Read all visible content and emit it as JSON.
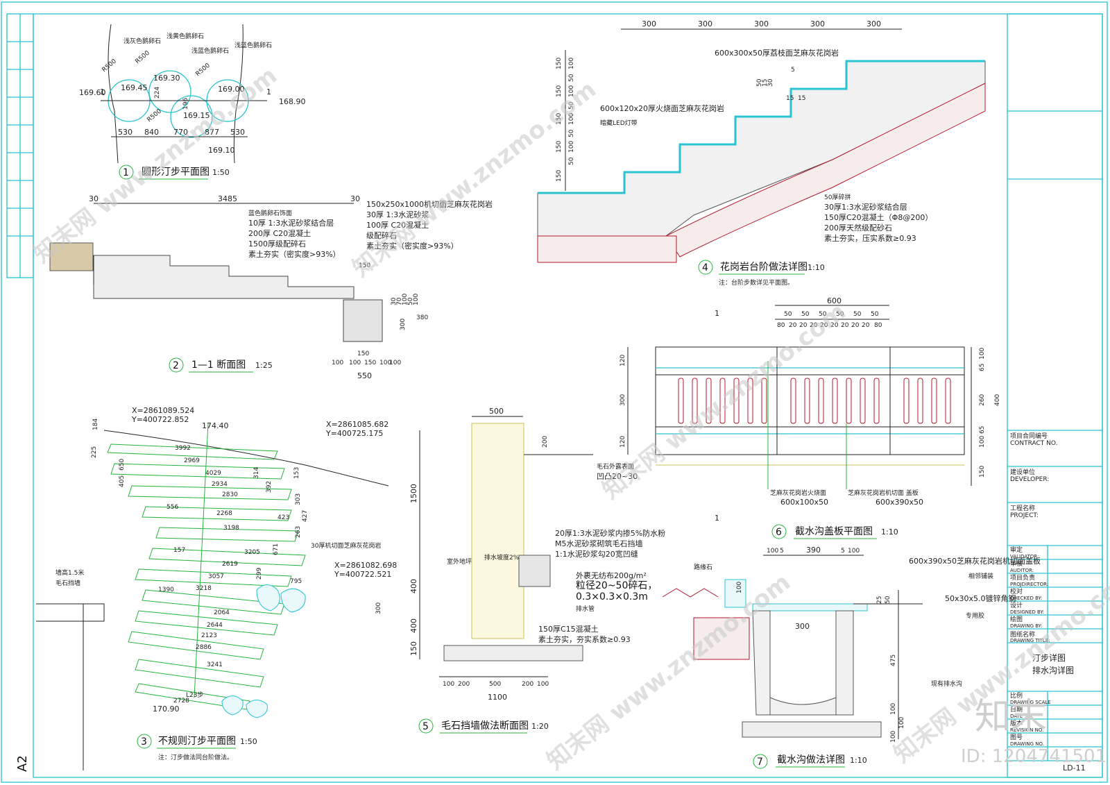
{
  "sheet": {
    "size_label": "A2",
    "drawing_number": "LD-11",
    "image_id": "ID: 1204741501",
    "logo_text": "知末",
    "watermark": "知末网 www.znzmo.com"
  },
  "title_block": {
    "contract_no": {
      "cn": "项目合同编号",
      "en": "CONTRACT NO."
    },
    "developer": {
      "cn": "建设单位",
      "en": "DEVELOPER:"
    },
    "project": {
      "cn": "工程名称",
      "en": "PROJECT:"
    },
    "validator": {
      "cn": "审定",
      "en": "VALIDATOR:"
    },
    "auditor": {
      "cn": "审核",
      "en": "AUDITOR:"
    },
    "projdirector": {
      "cn": "项目负责",
      "en": "PROJDIRECTOR:"
    },
    "checked": {
      "cn": "校对",
      "en": "CHECKED BY:"
    },
    "designed": {
      "cn": "设计",
      "en": "DESIGNED BY:"
    },
    "drawing": {
      "cn": "绘图",
      "en": "DRAWING BY:"
    },
    "drawing_title_label": {
      "cn": "图纸名称",
      "en": "DRAWING TITLE:"
    },
    "drawing_title_1": "汀步详图",
    "drawing_title_2": "排水沟详图",
    "scale": {
      "cn": "比例",
      "en": "DRAWING SCALE"
    },
    "date": {
      "cn": "日期",
      "en": "DATE"
    },
    "revision": {
      "cn": "版本",
      "en": "REVISION NO."
    },
    "drawing_no": {
      "cn": "图号",
      "en": "DRAWING NO."
    }
  },
  "drawings": [
    {
      "num": "1",
      "title": "圆形汀步平面图",
      "scale": "1:50"
    },
    {
      "num": "2",
      "title": "1—1 断面图",
      "scale": "1:25"
    },
    {
      "num": "3",
      "title": "不规则汀步平面图",
      "scale": "1:50",
      "note": "注：汀步做法同台阶做法。"
    },
    {
      "num": "4",
      "title": "花岗岩台阶做法详图",
      "scale": "1:10",
      "note": "注：台阶步数详见平面图。"
    },
    {
      "num": "5",
      "title": "毛石挡墙做法断面图",
      "scale": "1:20"
    },
    {
      "num": "6",
      "title": "截水沟盖板平面图",
      "scale": "1:10"
    },
    {
      "num": "7",
      "title": "截水沟做法详图",
      "scale": "1:10"
    }
  ],
  "d1": {
    "labels": [
      "浅灰色鹅卵石",
      "浅黄色鹅卵石",
      "浅蓝色鹅卵石",
      "浅蓝色鹅卵石"
    ],
    "elevations": [
      "169.60",
      "169.45",
      "169.30",
      "169.15",
      "169.00",
      "168.90",
      "169.10"
    ],
    "radii": [
      "R500",
      "R500",
      "R500",
      "R500"
    ],
    "dims_bottom": [
      "530",
      "840",
      "770",
      "877",
      "530"
    ],
    "dims_inner": [
      "224",
      "196"
    ],
    "section_marks": [
      "1",
      "1"
    ]
  },
  "d2": {
    "dims_top": [
      "30",
      "3485",
      "30"
    ],
    "layers_left": [
      "蓝色鹅卵石饰面",
      "10厚 1:3水泥砂浆结合层",
      "200厚 C20混凝土",
      "1500厚级配碎石",
      "素土夯实（密实度>93%）"
    ],
    "layers_right": [
      "150x250x1000机切面芝麻灰花岗岩",
      "30厚 1:3水泥砂浆",
      "100厚 C20混凝土",
      "级配碎石",
      "素土夯实（密实度>93%）"
    ],
    "dims_small": [
      "150",
      "30",
      "70",
      "100",
      "50",
      "100",
      "380",
      "300",
      "150"
    ],
    "dims_bottom": [
      "100",
      "100",
      "150",
      "100",
      "100",
      "550"
    ]
  },
  "d3": {
    "coords": [
      "X=2861089.524",
      "Y=400722.852",
      "X=2861085.682",
      "Y=400725.175",
      "X=2861082.698",
      "Y=400722.521"
    ],
    "elev_top": "174.40",
    "elev_bottom": "170.90",
    "label_stone": "30厚机切面芝麻灰花岗岩",
    "label_wall_1": "墙高1.5米",
    "label_wall_2": "毛石挡墙",
    "steps_label": "L23步",
    "dims": [
      "184",
      "225",
      "3992",
      "2969",
      "650",
      "405",
      "4029",
      "2934",
      "2830",
      "556",
      "2268",
      "3198",
      "157",
      "3205",
      "2619",
      "3057",
      "3218",
      "1390",
      "2064",
      "2644",
      "2123",
      "2886",
      "3241",
      "2728",
      "153",
      "314",
      "392",
      "303",
      "427",
      "423",
      "263",
      "671",
      "299",
      "795",
      "300"
    ]
  },
  "d4": {
    "dims_top": [
      "300",
      "300",
      "300",
      "300",
      "300"
    ],
    "dims_left": [
      "150",
      "100",
      "50",
      "150",
      "100",
      "50",
      "150",
      "100",
      "50",
      "150",
      "100",
      "50",
      "150"
    ],
    "label_top": "600x300x50厚荔枝面芝麻灰花岗岩",
    "label_side": "600x120x20厚火烧面芝麻灰花岗岩",
    "label_led": "暗藏LED灯带",
    "small_dims": [
      "5",
      "50",
      "15",
      "30",
      "15",
      "15"
    ],
    "layers": [
      "50厚碎拼",
      "30厚1:3水泥砂浆结合层",
      "150厚C20混凝土（Φ8@200）",
      "200厚天然级配砂石",
      "素土夯实，压实系数≥0.93"
    ]
  },
  "d5": {
    "dims_top": "500",
    "dims_top_right": "200",
    "dims_left": [
      "1500",
      "400",
      "400",
      "150"
    ],
    "dims_bottom": [
      "100",
      "200",
      "500",
      "200",
      "100",
      "1100"
    ],
    "labels": [
      "毛石外露表面",
      "凹凸20~30",
      "20厚1:3水泥砂浆内掺5%防水粉",
      "M5水泥砂浆砌筑毛石挡墙",
      "1:1水泥砂浆勾20宽凹缝",
      "外裹无纺布200g/m²",
      "粒径20~50碎石，",
      "0.3×0.3×0.3m",
      "排水管",
      "150厚C15混凝土",
      "素土夯实，夯实系数≥0.93"
    ],
    "label_outdoor": "室外地坪",
    "label_slope": "排水坡度2%"
  },
  "d6": {
    "dims_top_total": "600",
    "dims_top_a": [
      "50",
      "50",
      "50",
      "50",
      "50",
      "50"
    ],
    "dims_top_b": [
      "80",
      "20",
      "20",
      "20",
      "20",
      "20",
      "20",
      "20",
      "20",
      "80"
    ],
    "dims_left": [
      "120",
      "300",
      "120"
    ],
    "dims_right_a": [
      "100",
      "65",
      "260",
      "65",
      "100",
      "150"
    ],
    "dims_right_total": "400",
    "section_marks": [
      "1",
      "1"
    ],
    "label_a": "芝麻灰花岗岩火烧面",
    "label_a_size": "600x100x50",
    "label_b": "芝麻灰花岗岩机切面 盖板",
    "label_b_size": "600x390x50"
  },
  "d7": {
    "dims_top": [
      "100",
      "5",
      "390",
      "5",
      "100"
    ],
    "label_curb": "路缘石",
    "label_cover": "600x390x50芝麻灰花岗岩机切面盖板",
    "label_lining": "相邻铺装",
    "label_angle": "50x30x5.0镀锌角钢",
    "label_filler": "专用胶",
    "label_soil": "现有排水沟",
    "dims_inner": [
      "300",
      "100",
      "25",
      "50"
    ],
    "dims_right": [
      "475",
      "100",
      "100",
      "100"
    ]
  }
}
